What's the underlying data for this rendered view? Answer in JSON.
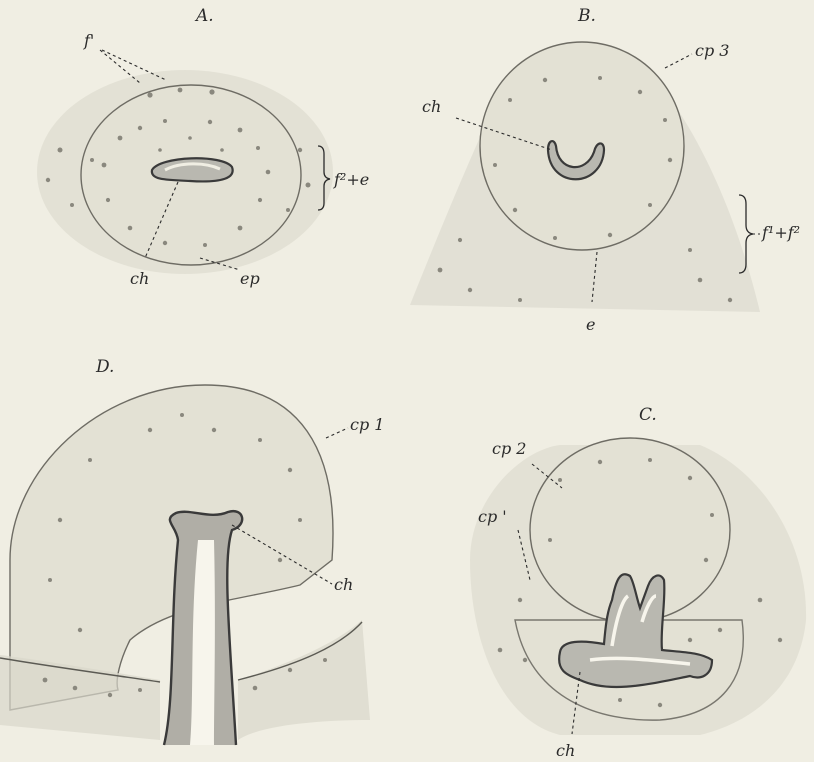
{
  "panels": {
    "A": {
      "title": "A.",
      "labels": {
        "f1": "f'",
        "f2e": "f²+e",
        "ch": "ch",
        "ep": "ep"
      }
    },
    "B": {
      "title": "B.",
      "labels": {
        "ch": "ch",
        "cp3": "cp 3",
        "f1f2": "f¹+f²",
        "e": "e"
      }
    },
    "C": {
      "title": "C.",
      "labels": {
        "cp2": "cp 2",
        "cp1": "cp '",
        "ch": "ch"
      }
    },
    "D": {
      "title": "D.",
      "labels": {
        "cp1": "cp 1",
        "ch": "ch"
      }
    }
  },
  "colors": {
    "paper": "#f0eee3",
    "ink": "#2b2b2b",
    "tissue": "#d9d7cb"
  }
}
